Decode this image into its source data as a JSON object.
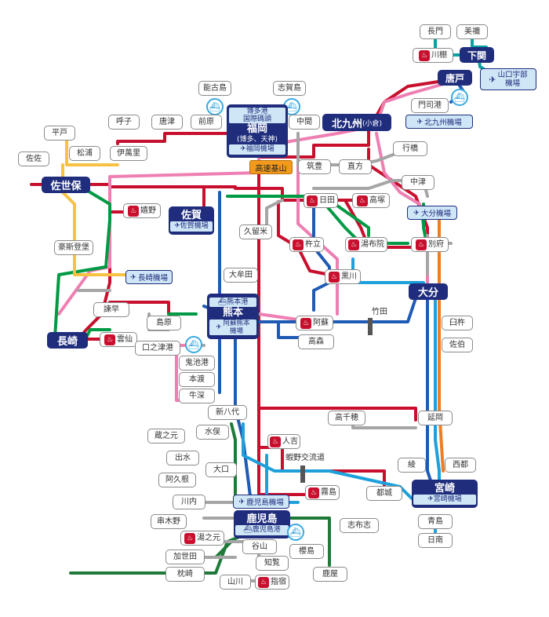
{
  "map": {
    "hubs": {
      "shimonoseki": "下関",
      "karato": "唐戸",
      "fukuoka": "福岡",
      "fukuoka_sub": "(博多、天神)",
      "hakata_port": "博多港\n国際碼頭",
      "kitakyushu": "北九州",
      "kitakyushu_sub": "(小倉)",
      "sasebo": "佐世保",
      "saga": "佐賀",
      "oita": "大分",
      "kumamoto": "熊本",
      "nagasaki": "長崎",
      "kagoshima": "鹿児島",
      "miyazaki": "宮崎"
    },
    "airports": {
      "yamaguchi_ube": "山口宇部\n機場",
      "fukuoka": "福岡機場",
      "kitakyushu": "北九州機場",
      "saga": "佐賀機場",
      "oita": "大分機場",
      "nagasaki": "長崎機場",
      "kumamoto": "阿蘇熊本\n機場",
      "kagoshima": "鹿児島機場",
      "miyazaki": "宮崎機場"
    },
    "ports": {
      "kumamoto": "熊本港",
      "kagoshima": "鹿児島港"
    },
    "special": {
      "kosoku_kiyama": "高速基山"
    },
    "stations": {
      "nagato": "長門",
      "mine": "美禰",
      "kawatana": "川棚",
      "mojiko": "門司港",
      "yukuhashi": "行橋",
      "noko": "能古島",
      "shikano": "志賀島",
      "yobuko": "呼子",
      "karatsu": "唐津",
      "maebaru": "前原",
      "nakama": "中間",
      "chikuho": "筑豊",
      "nogata": "直方",
      "hirado": "平戸",
      "matsura": "松浦",
      "imari": "伊萬里",
      "saza": "佐佐",
      "nakatsu": "中津",
      "ureshino": "嬉野",
      "hita": "日田",
      "takatsuka": "高塚",
      "huis_ten_bosch": "豪斯登堡",
      "kurume": "久留米",
      "kitsuki": "杵立",
      "yufuin": "湯布院",
      "beppu": "別府",
      "kurokawa": "黒川",
      "omuta": "大牟田",
      "isahaya": "諫早",
      "shimabara": "島原",
      "unzen": "雲仙",
      "kuchinotsu": "口之津港",
      "aso": "阿蘇",
      "takeda": "竹田",
      "takamori": "高森",
      "usuki": "臼杵",
      "saiki": "佐伯",
      "oniike": "鬼池港",
      "hondo": "本渡",
      "ushibuka": "牛深",
      "shin_yatsushiro": "新八代",
      "takachiho": "高千穂",
      "nobeoka": "延岡",
      "satsuma_sendai": "蔵之元",
      "minamata": "水俣",
      "hitoyoshi": "人吉",
      "ebino": "蝦野交流道",
      "izumi": "出水",
      "okuchi": "大口",
      "akune": "阿久根",
      "aya": "綾",
      "saito": "西都",
      "sendai": "川内",
      "kirishima": "霧島",
      "miyakonojo": "都城",
      "kushikino": "串木野",
      "yunomoto": "湯之元",
      "aoshima": "青島",
      "nichinan": "日南",
      "shibushi": "志布志",
      "kaseda": "加世田",
      "taniyama": "谷山",
      "sakurajima": "櫻島",
      "makurazaki": "枕崎",
      "chiran": "知覧",
      "kanoya": "鹿屋",
      "yamakawa": "山川",
      "ibusuki": "指宿"
    }
  },
  "icons": {
    "onsen": "♨",
    "plane": "✈",
    "ship": "⛴"
  },
  "colors": {
    "red": "#c8102e",
    "pink": "#ee7fb2",
    "green": "#009a44",
    "darkgreen": "#1f7a3a",
    "blue": "#1f5bb4",
    "cyan": "#1ea0db",
    "orange": "#ef7d22",
    "yellow": "#f7c244",
    "gray": "#a5a5a5",
    "teal": "#0aa1a0",
    "navy": "#1f2d7c"
  }
}
